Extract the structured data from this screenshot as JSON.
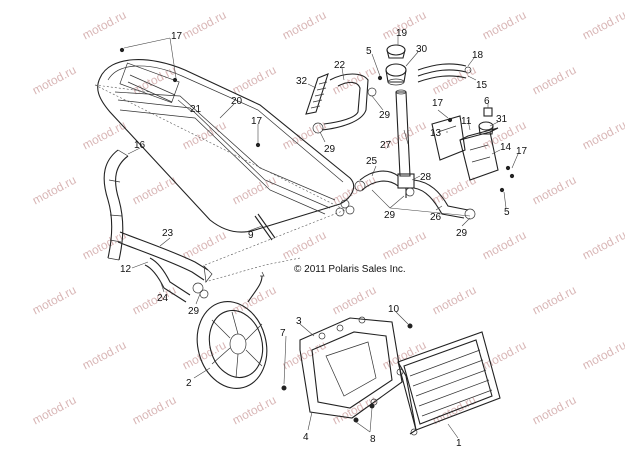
{
  "watermark": "motod.ru",
  "copyright": "© 2011 Polaris Sales Inc.",
  "callouts": {
    "c1": "1",
    "c2": "2",
    "c3": "3",
    "c4": "4",
    "c5a": "5",
    "c5b": "5",
    "c6": "6",
    "c7": "7",
    "c8": "8",
    "c9": "9",
    "c10": "10",
    "c11": "11",
    "c12": "12",
    "c13": "13",
    "c14": "14",
    "c15": "15",
    "c16": "16",
    "c17a": "17",
    "c17b": "17",
    "c17c": "17",
    "c17d": "17",
    "c18": "18",
    "c19": "19",
    "c20": "20",
    "c21": "21",
    "c22": "22",
    "c23": "23",
    "c24": "24",
    "c25": "25",
    "c26": "26",
    "c27": "27",
    "c28": "28",
    "c29a": "29",
    "c29b": "29",
    "c29c": "29",
    "c29d": "29",
    "c29e": "29",
    "c30": "30",
    "c31": "31",
    "c32": "32"
  },
  "colors": {
    "line": "#222222",
    "watermark": "#d9b6b6",
    "background": "#ffffff"
  }
}
